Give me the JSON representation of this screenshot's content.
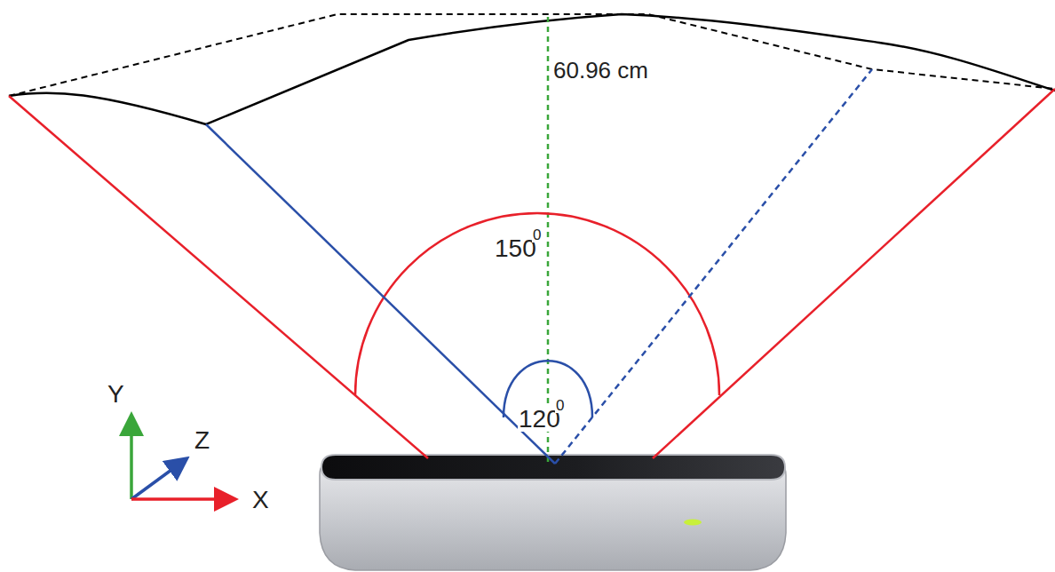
{
  "diagram": {
    "labels": [
      "60.96 cm",
      "150",
      "0",
      "120",
      "0",
      "Y",
      "Z",
      "X"
    ]
  }
}
